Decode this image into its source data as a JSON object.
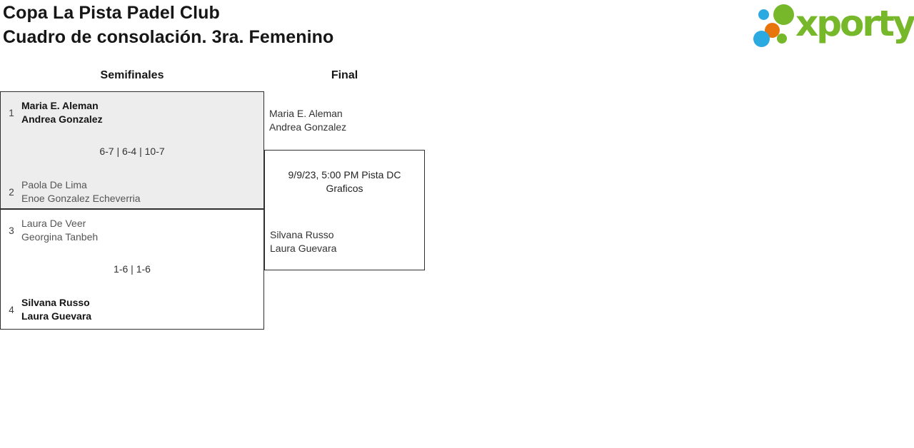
{
  "header": {
    "title_line1": "Copa La Pista Padel Club",
    "title_line2": "Cuadro de consolación. 3ra. Femenino",
    "logo_text": "xporty",
    "brand_colors": {
      "green": "#76b82a",
      "blue": "#2ba9e1",
      "orange": "#e8740c"
    }
  },
  "bracket": {
    "rounds": [
      {
        "label": "Semifinales"
      },
      {
        "label": "Final"
      }
    ],
    "semifinals": [
      {
        "team1": {
          "seed": "1",
          "players": [
            "Maria E. Aleman",
            "Andrea Gonzalez"
          ],
          "winner": true
        },
        "score": "6-7 | 6-4 | 10-7",
        "team2": {
          "seed": "2",
          "players": [
            "Paola De Lima",
            "Enoe Gonzalez Echeverria"
          ],
          "winner": false
        }
      },
      {
        "team1": {
          "seed": "3",
          "players": [
            "Laura De Veer",
            "Georgina Tanbeh"
          ],
          "winner": false
        },
        "score": "1-6 | 1-6",
        "team2": {
          "seed": "4",
          "players": [
            "Silvana Russo",
            "Laura Guevara"
          ],
          "winner": true
        }
      }
    ],
    "final": {
      "team1": [
        "Maria E. Aleman",
        "Andrea Gonzalez"
      ],
      "info_line1": "9/9/23, 5:00 PM Pista DC",
      "info_line2": "Graficos",
      "team2": [
        "Silvana Russo",
        "Laura Guevara"
      ]
    }
  }
}
